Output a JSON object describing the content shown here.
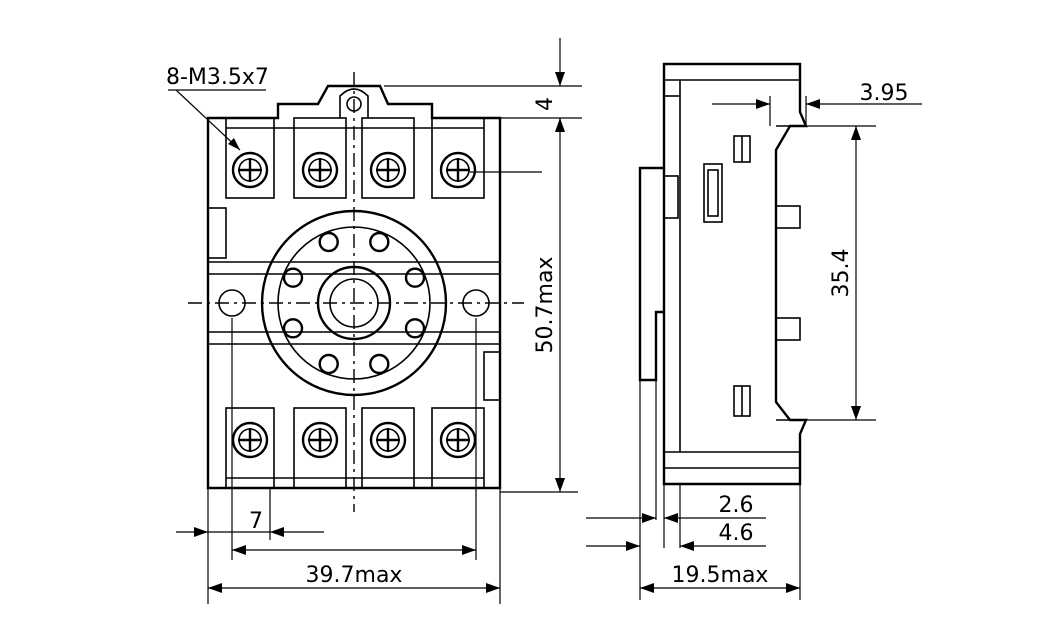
{
  "diagram": {
    "colors": {
      "ink": "#000000",
      "paper": "#ffffff"
    },
    "labels": {
      "screws": "8-M3.5x7",
      "top_offset": "4",
      "height_front": "50.7max",
      "screw_pitch": "7",
      "width_front": "39.7max",
      "side_top": "3.95",
      "side_span": "35.4",
      "side_small_1": "2.6",
      "side_small_2": "4.6",
      "width_side": "19.5max"
    }
  }
}
